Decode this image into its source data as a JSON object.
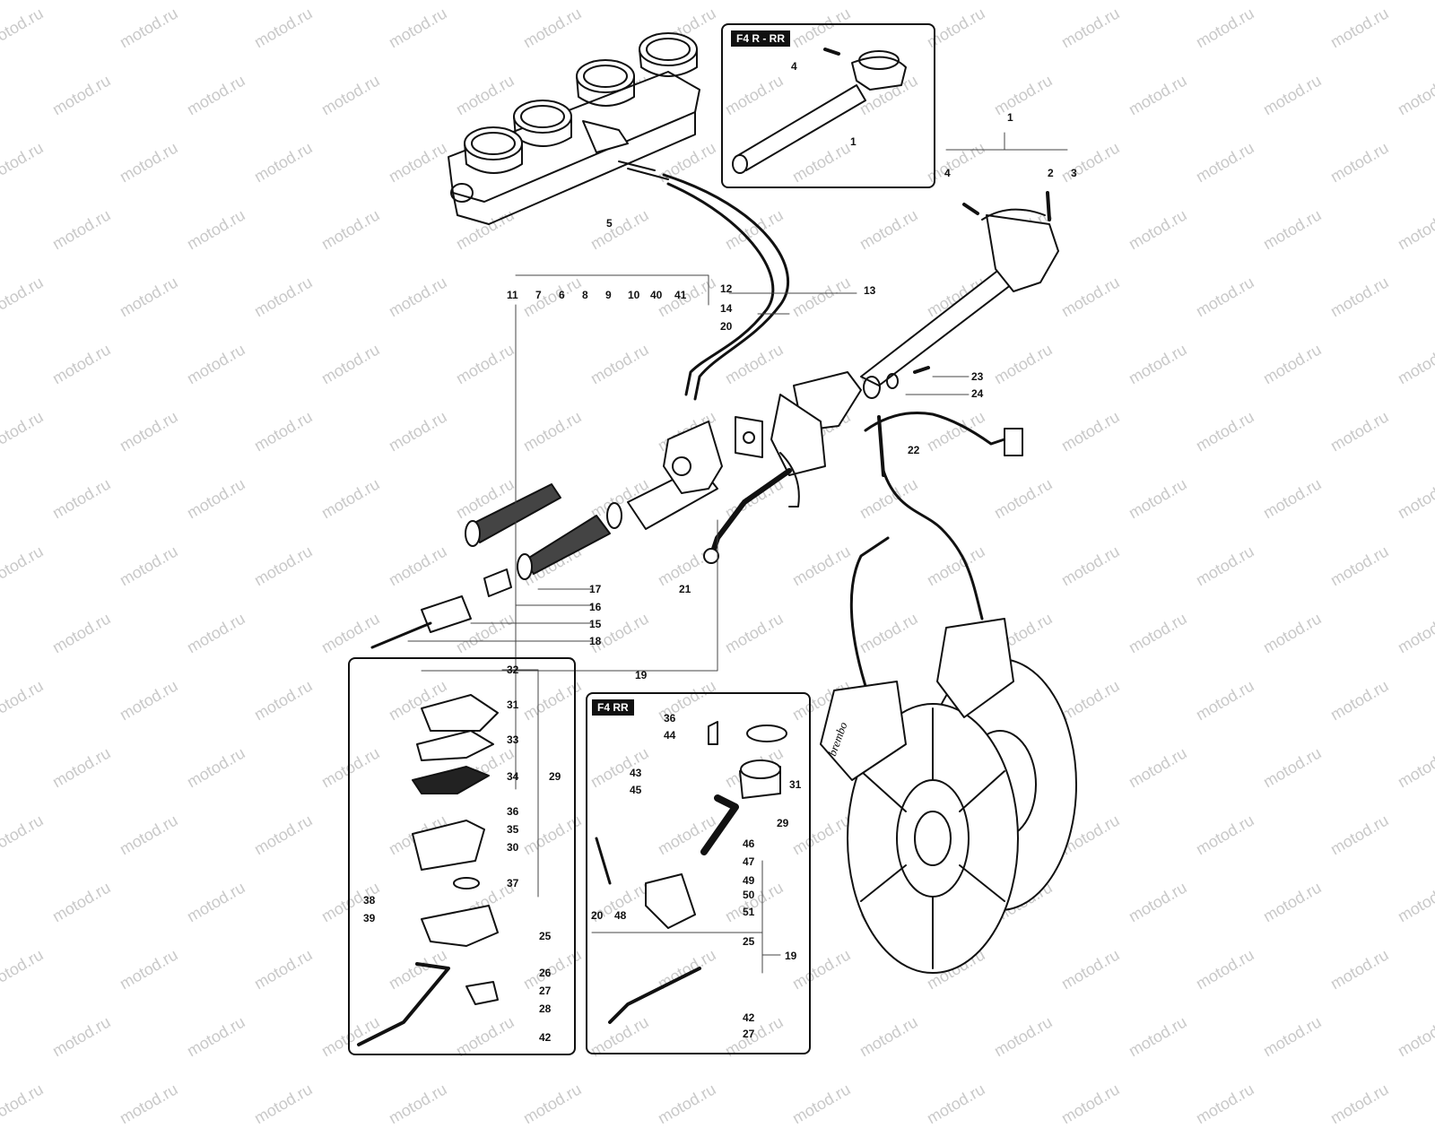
{
  "watermark": {
    "text": "motod.ru",
    "color": "#c9c9c9"
  },
  "insets": [
    {
      "id": "f4r-rr",
      "title": "F4 R - RR"
    },
    {
      "id": "f4rr",
      "title": "F4 RR"
    }
  ],
  "brake_caliper_brand": "brembo",
  "callouts": {
    "c1a": "1",
    "c1b": "1",
    "c2": "2",
    "c3": "3",
    "c4a": "4",
    "c4b": "4",
    "c5": "5",
    "c11": "11",
    "c7": "7",
    "c6": "6",
    "c8": "8",
    "c9": "9",
    "c10": "10",
    "c40": "40",
    "c41": "41",
    "c12": "12",
    "c13": "13",
    "c14": "14",
    "c20": "20",
    "c23": "23",
    "c24": "24",
    "c22": "22",
    "c21": "21",
    "c17": "17",
    "c16": "16",
    "c15": "15",
    "c18": "18",
    "c19": "19",
    "l32": "32",
    "l31": "31",
    "l33": "33",
    "l34": "34",
    "l29": "29",
    "l36": "36",
    "l35": "35",
    "l30": "30",
    "l37": "37",
    "l38": "38",
    "l39": "39",
    "l25": "25",
    "l26": "26",
    "l27": "27",
    "l28": "28",
    "l42": "42",
    "r36": "36",
    "r44": "44",
    "r43": "43",
    "r45": "45",
    "r31": "31",
    "r29": "29",
    "r46": "46",
    "r47": "47",
    "r49": "49",
    "r50": "50",
    "r51": "51",
    "r20": "20",
    "r48": "48",
    "r25": "25",
    "r19": "19",
    "r42": "42",
    "r27": "27"
  }
}
